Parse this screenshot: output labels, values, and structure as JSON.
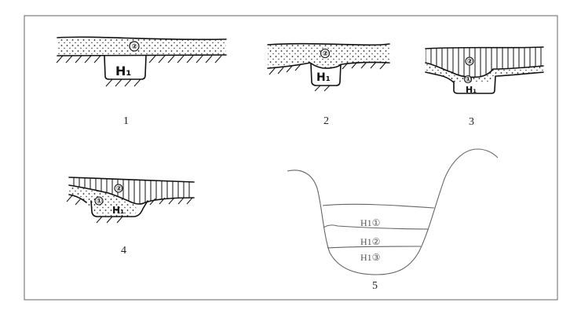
{
  "figures": [
    {
      "caption": "1",
      "label": "H₁",
      "layers": [
        "②"
      ]
    },
    {
      "caption": "2",
      "label": "H₁",
      "layers": [
        "②"
      ]
    },
    {
      "caption": "3",
      "label": "H₁",
      "layers": [
        "②",
        "①"
      ]
    },
    {
      "caption": "4",
      "label": "H₁",
      "layers": [
        "②",
        "①"
      ]
    },
    {
      "caption": "5",
      "layers": [
        "H1①",
        "H1②",
        "H1③"
      ]
    }
  ]
}
